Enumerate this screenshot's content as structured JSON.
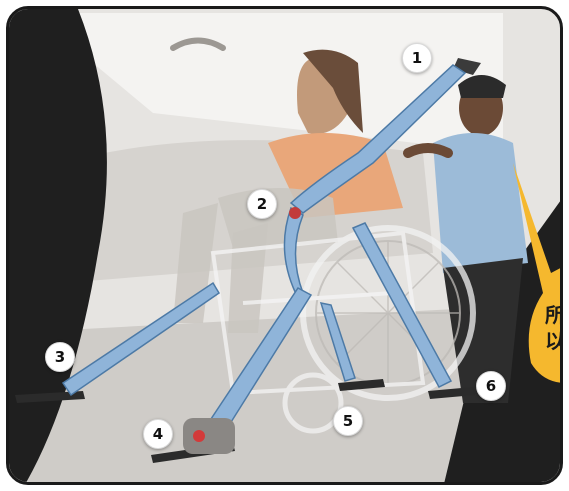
{
  "markers": [
    {
      "label": "1"
    },
    {
      "label": "2"
    },
    {
      "label": "3"
    },
    {
      "label": "4"
    },
    {
      "label": "5"
    },
    {
      "label": "6"
    }
  ],
  "callout": {
    "line1": "所",
    "line2": "以",
    "color": "#f5b82e"
  },
  "colors": {
    "strap": "#8fb4d9",
    "strap_edge": "#4d7aa6",
    "background": "#e6e4e1",
    "outline": "#1a1a1a"
  }
}
